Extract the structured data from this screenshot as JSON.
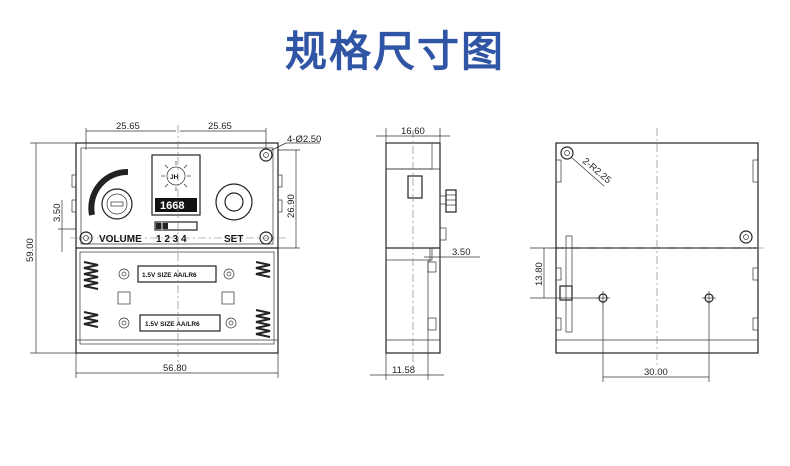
{
  "title": "规格尺寸图",
  "front_view": {
    "dim_top_left": "25.65",
    "dim_top_right": "25.65",
    "dim_hole": "4-Ø2.50",
    "dim_height": "59.00",
    "dim_left_small": "3.50",
    "dim_right_height": "26.90",
    "dim_bottom": "56.80",
    "label_volume": "VOLUME",
    "label_set": "SET",
    "switch_numbers": "1 2 3 4",
    "logo_text": "JH",
    "model_number": "1668",
    "battery_label_top": "1.5V  SIZE  AA/LR6",
    "battery_label_bottom": "1.5V  SIZE  AA/LR6"
  },
  "side_view": {
    "dim_top": "16.60",
    "dim_bottom": "11.58",
    "dim_right": "3.50"
  },
  "back_view": {
    "dim_radius": "2-R2.25",
    "dim_left": "13.80",
    "dim_bottom": "30.00"
  }
}
